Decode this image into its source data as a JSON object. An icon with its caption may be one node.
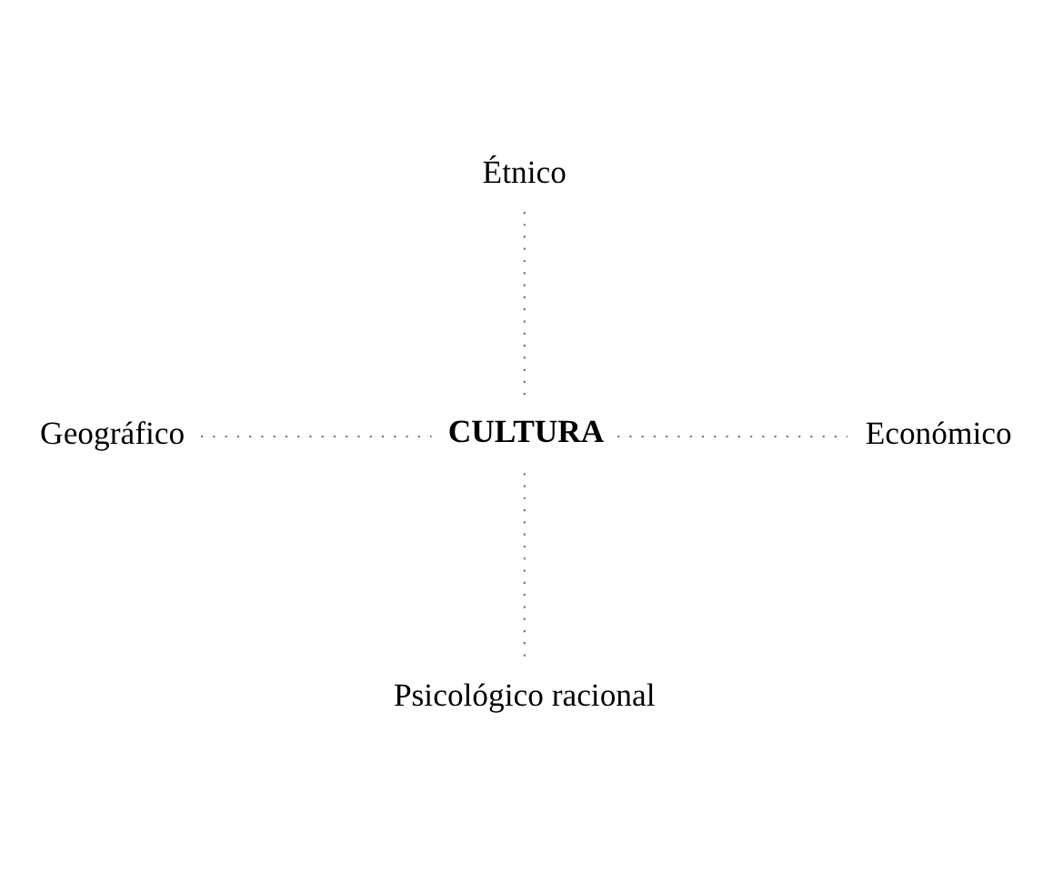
{
  "diagram": {
    "nodes": [
      {
        "text": [
          "Étnico"
        ]
      },
      {
        "text": [
          "Geográfico"
        ]
      },
      {
        "text": [
          "CULTURA"
        ]
      },
      {
        "text": [
          "Económico"
        ]
      },
      {
        "text": [
          "Psicológico racional"
        ]
      }
    ],
    "edges": [
      {
        "from": 0,
        "to": 2,
        "arrow": "none"
      },
      {
        "from": 1,
        "to": 2,
        "arrow": "none"
      },
      {
        "from": 2,
        "to": 3,
        "arrow": "none"
      },
      {
        "from": 2,
        "to": 4,
        "arrow": "none"
      }
    ]
  }
}
